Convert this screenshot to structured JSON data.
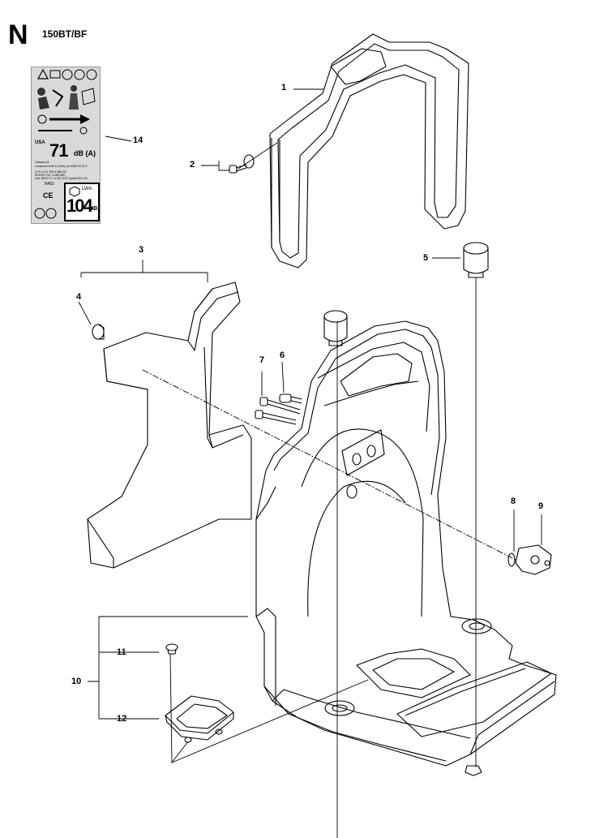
{
  "section_letter": "N",
  "model": "150BT/BF",
  "callouts": {
    "c1": "1",
    "c2": "2",
    "c3": "3",
    "c4": "4",
    "c5": "5",
    "c6": "6",
    "c7": "7",
    "c8": "8",
    "c9": "9",
    "c10": "10",
    "c11": "11",
    "c12": "12",
    "c14": "14"
  },
  "decal": {
    "usa": "USA",
    "db_value": "71",
    "db_unit": "dB (A)",
    "line1": "Category B",
    "line2": "measured at 50 ft (15m) per ANSI B175.2",
    "line3": "U+S    4,112,785          6,286,311",
    "line4": "PATENT NO. 5,285,660",
    "line5": "Use JASO FC or ISO EGC grade 50:1 Oil",
    "code": "N452",
    "ce": "CE",
    "lwa_label": "LWA",
    "lwa_value": "104",
    "lwa_unit": "dB"
  },
  "colors": {
    "line": "#000000",
    "decal_bg": "#d9d9d9"
  }
}
